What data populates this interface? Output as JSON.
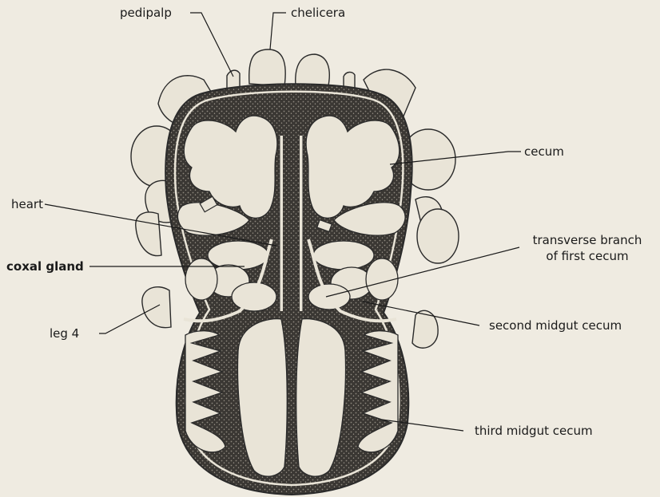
{
  "diagram": {
    "labels": {
      "pedipalp": "pedipalp",
      "chelicera": "chelicera",
      "cecum": "cecum",
      "heart": "heart",
      "transverse_line1": "transverse branch",
      "transverse_line2": "of first cecum",
      "coxal_gland": "coxal gland",
      "leg4": "leg 4",
      "second_midgut": "second midgut cecum",
      "third_midgut": "third midgut cecum"
    },
    "colors": {
      "background": "#efebe1",
      "organ_fill": "#e9e4d7",
      "outline": "#2a2a2a",
      "shadow": "#5a5650"
    }
  }
}
